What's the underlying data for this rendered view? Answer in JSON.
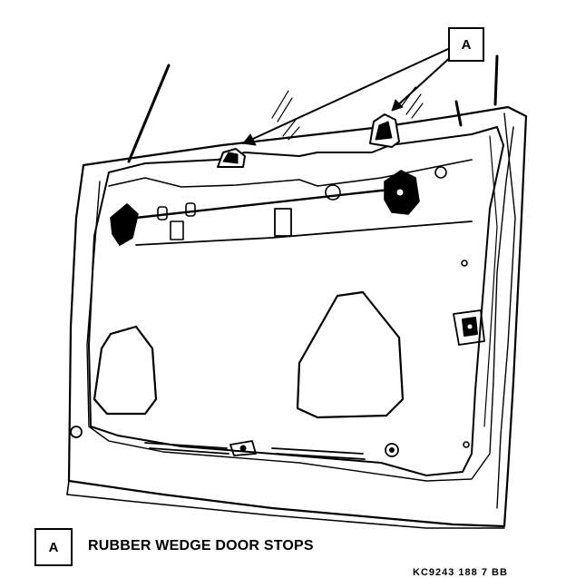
{
  "diagram": {
    "callout_letter": "A",
    "legend": {
      "key": "A",
      "description": "RUBBER WEDGE DOOR STOPS"
    },
    "figure_code": "KC9243 188 7 BB"
  }
}
